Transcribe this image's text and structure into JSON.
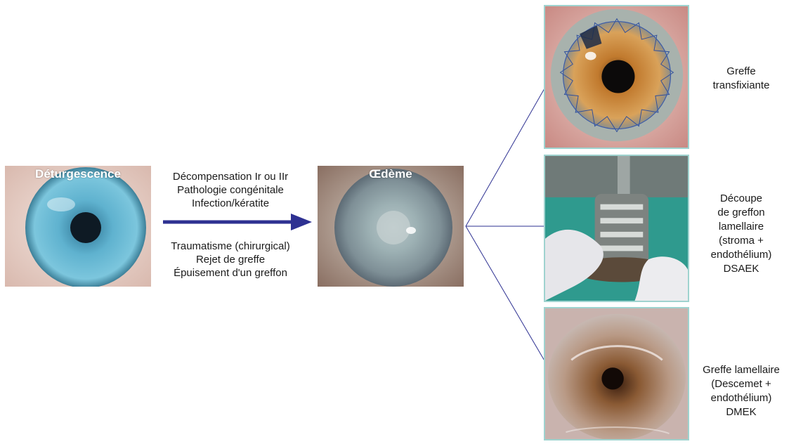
{
  "before_label": "Déturgescence",
  "after_label": "Œdème",
  "causes_top": [
    "Décompensation Ir ou IIr",
    "Pathologie congénitale",
    "Infection/kératite"
  ],
  "causes_bottom": [
    "Traumatisme (chirurgical)",
    "Rejet de greffe",
    "Épuisement d'un greffon"
  ],
  "treatments": [
    {
      "caption": [
        "Greffe",
        "transfixiante"
      ]
    },
    {
      "caption": [
        "Découpe",
        "de greffon",
        "lamellaire",
        "(stroma +",
        "endothélium)",
        "DSAEK"
      ]
    },
    {
      "caption": [
        "Greffe lamellaire",
        "(Descemet +",
        "endothélium)",
        "DMEK"
      ]
    }
  ],
  "colors": {
    "main_arrow": "#2e3192",
    "branch_lines": "#2e3192",
    "frame": "#9fd3cf"
  }
}
